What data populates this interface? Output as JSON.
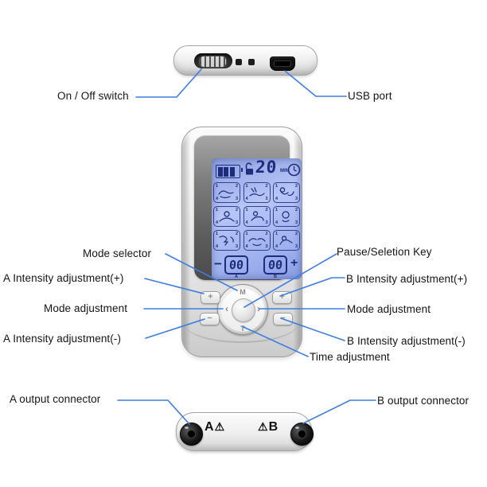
{
  "accent_color": "#3e7edd",
  "lcd_color": "#1e2c7e",
  "labels": {
    "on_off": "On / Off switch",
    "usb": "USB port",
    "mode_selector": "Mode selector",
    "pause_key": "Pause/Seletion Key",
    "a_plus": "A Intensity adjustment(+)",
    "b_plus": "B Intensity adjustment(+)",
    "mode_adj_left": "Mode adjustment",
    "mode_adj_right": "Mode adjustment",
    "a_minus": "A Intensity adjustment(-)",
    "b_minus": "B Intensity adjustment(-)",
    "time_adj": "Time adjustment",
    "a_out": "A output connector",
    "b_out": "B output connector"
  },
  "device": {
    "lcd": {
      "timer_value": "20",
      "timer_unit": "MIN",
      "status_icons": [
        "battery-icon",
        "lock-open-icon",
        "clock-icon"
      ],
      "cell_corners": {
        "tl": "1",
        "tr": "2",
        "bl": "4",
        "br": "3"
      },
      "mode_cells": [
        "hand-rub",
        "tapping",
        "cupping",
        "shoulder",
        "acupressure",
        "head-massage",
        "scraping",
        "kneading",
        "body-relax"
      ],
      "channel_a": {
        "minus": "−",
        "value": "00",
        "label": "A"
      },
      "channel_b": {
        "value": "00",
        "label": "B",
        "plus": "+"
      }
    },
    "dpad": {
      "top": "M",
      "bottom": "T",
      "left": "‹",
      "right": "›"
    },
    "side_buttons": {
      "left_top": "+",
      "left_bottom": "−",
      "right_top": "+",
      "right_bottom": "−"
    },
    "bottom_ports": {
      "a_letter": "A",
      "b_letter": "B",
      "warning": "⚠"
    }
  }
}
